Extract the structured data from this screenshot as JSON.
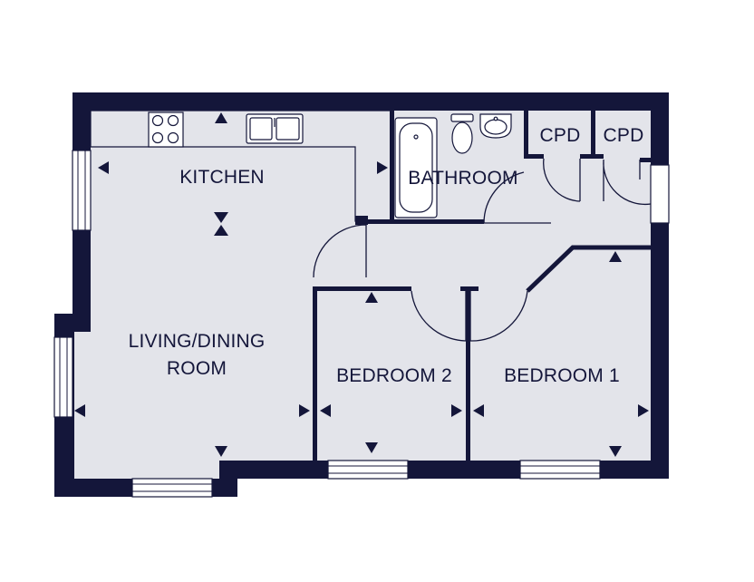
{
  "colors": {
    "wall": "#14163a",
    "floor": "#e3e4ea",
    "background": "#ffffff",
    "window": "#ffffff"
  },
  "rooms": {
    "kitchen": "KITCHEN",
    "bathroom": "BATHROOM",
    "cpd_left": "CPD",
    "cpd_right": "CPD",
    "living_line1": "LIVING/DINING",
    "living_line2": "ROOM",
    "bedroom2": "BEDROOM 2",
    "bedroom1": "BEDROOM 1"
  },
  "icons": {
    "dimension_marker": "triangle-arrow-icon",
    "hob": "hob-icon",
    "sink": "sink-icon",
    "bathtub": "bathtub-icon",
    "toilet": "toilet-icon",
    "basin": "basin-icon",
    "ceiling_point": "hourglass-icon"
  }
}
